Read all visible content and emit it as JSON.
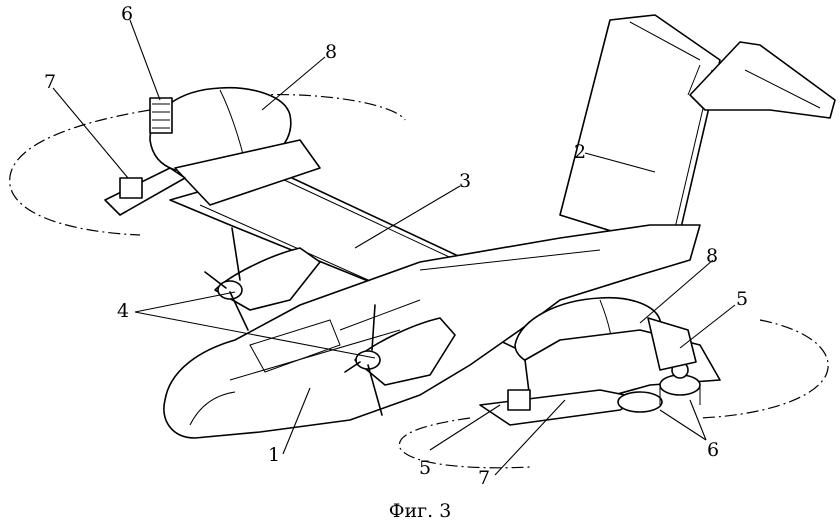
{
  "caption": "Фиг. 3",
  "labels": {
    "l1": "1",
    "l2": "2",
    "l3": "3",
    "l4": "4",
    "l5a": "5",
    "l5b": "5",
    "l6a": "6",
    "l6b": "6",
    "l7a": "7",
    "l7b": "7",
    "l8a": "8",
    "l8b": "8"
  }
}
